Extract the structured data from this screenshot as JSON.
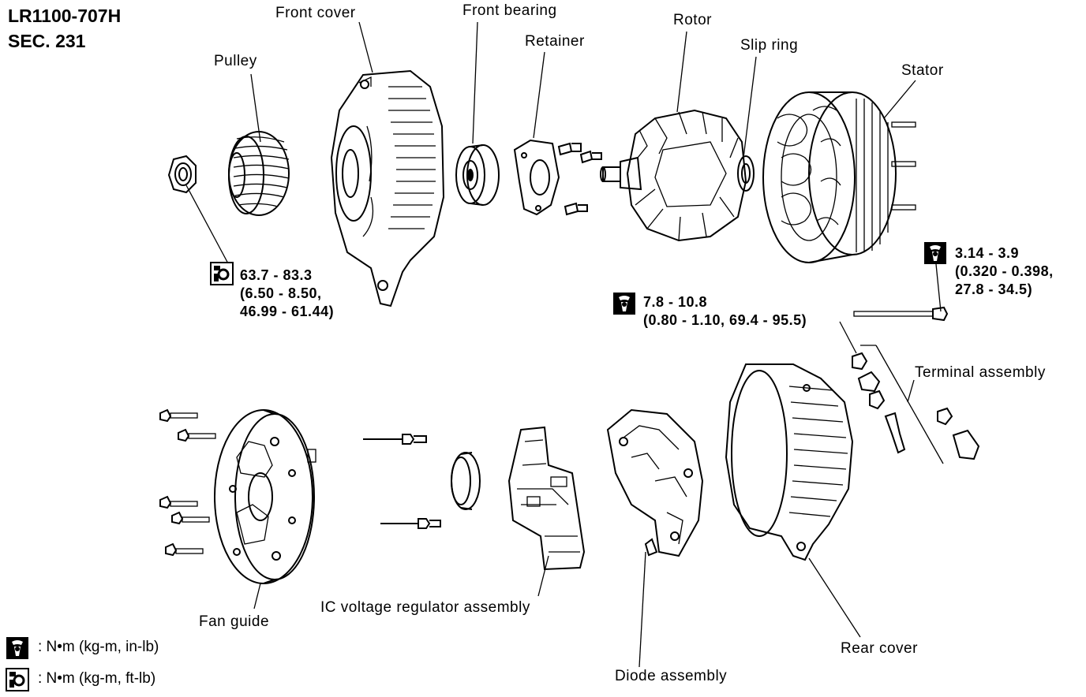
{
  "header": {
    "code": "LR1100-707H",
    "section": "SEC. 231"
  },
  "labels": {
    "front_cover": "Front cover",
    "front_bearing": "Front bearing",
    "retainer": "Retainer",
    "rotor": "Rotor",
    "slip_ring": "Slip ring",
    "stator": "Stator",
    "pulley": "Pulley",
    "terminal_assembly": "Terminal assembly",
    "fan_guide": "Fan guide",
    "ic_regulator": "IC voltage regulator assembly",
    "diode_assembly": "Diode assembly",
    "rear_cover": "Rear cover"
  },
  "torques": {
    "pulley_nut": {
      "l1": "63.7 - 83.3",
      "l2": "(6.50 - 8.50,",
      "l3": "46.99 - 61.44)"
    },
    "through_bolt": {
      "l1": "3.14 - 3.9",
      "l2": "(0.320 - 0.398,",
      "l3": "27.8 - 34.5)"
    },
    "terminal_nut": {
      "l1": "7.8 - 10.8",
      "l2": "(0.80 - 1.10, 69.4 - 95.5)"
    }
  },
  "legend": {
    "inlb": ": N•m (kg-m, in-lb)",
    "ftlb": ": N•m (kg-m, ft-lb)"
  },
  "icons": {
    "torque_inlb": "torque-wrench-solid-icon",
    "torque_ftlb": "torque-wrench-outline-icon"
  }
}
